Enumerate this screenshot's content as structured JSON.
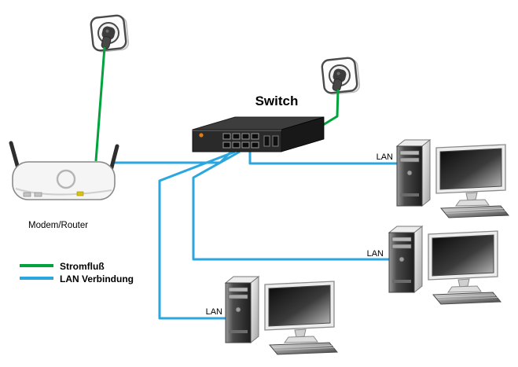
{
  "diagram": {
    "title": "Switch",
    "modem_label": "Modem/Router",
    "lan_labels": {
      "pc1": "LAN",
      "pc2": "LAN",
      "pc3": "LAN"
    }
  },
  "legend": {
    "power": {
      "label": "Stromfluß",
      "color": "#00a33c"
    },
    "lan": {
      "label": "LAN Verbindung",
      "color": "#2ba6de"
    }
  }
}
